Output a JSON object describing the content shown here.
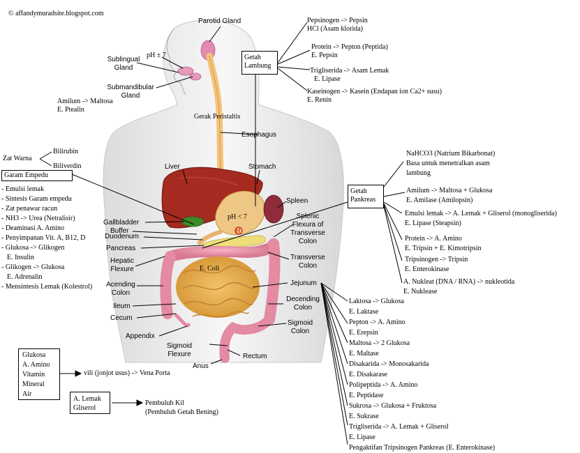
{
  "watermark": "© affandymuradsite.blogspot.com",
  "organs": {
    "parotid": "Parotid Gland",
    "sublingual": [
      "Sublingual",
      "Gland"
    ],
    "submandibular": [
      "Submandibular",
      "Gland"
    ],
    "gerak": "Gerak Peristaltis",
    "esophagus": "Esophagus",
    "liver": "Liver",
    "stomach": "Stomach",
    "spleen": "Spleen",
    "splenic": [
      "Splenic",
      "Flexura of",
      "Transverse",
      "Colon"
    ],
    "gallbladder": "Gallbladder",
    "buffer": "Buffer",
    "duodenum": "Duodenum",
    "pancreas": "Pancreas",
    "hepatic": [
      "Hepatic",
      "Flexure"
    ],
    "transverse": [
      "Transverse",
      "Colon"
    ],
    "ecoli": "E. Coli",
    "acending": [
      "Acending",
      "Colon"
    ],
    "jejunum": "Jejunum",
    "ileum": "Ileum",
    "cecum": "Cecum",
    "decending": [
      "Decending",
      "Colon"
    ],
    "appendix": "Appendix",
    "sigmoid_colon": [
      "Sigmoid",
      "Colon"
    ],
    "sigmoid_flexure": [
      "Sigmoid",
      "Flexure"
    ],
    "rectum": "Rectum",
    "anus": "Anus"
  },
  "mouth": {
    "ph": "pH ± 7",
    "amilum": [
      "Amilum -> Maltosa",
      "E. Ptealin"
    ]
  },
  "stomach_ph": "pH < 7",
  "stomach_ph_symbol": "ℍ",
  "getah_lambung": {
    "label": [
      "Getah",
      "Lambung"
    ],
    "items": [
      [
        "Pepsinogen  -> Pepsin",
        "HCl (Asam klorida)"
      ],
      [
        "Protein -> Pepton (Peptida)",
        "E. Pepsin"
      ],
      [
        "Trigliserida -> Asam Lemak",
        "E. Lipase"
      ],
      [
        "Kaseinogen -> Kasein (Endapan ion Ca2+ susu)",
        "E. Renin"
      ]
    ]
  },
  "zat_warna": {
    "label": "Zat Warna",
    "items": [
      "Bilirubin",
      "Biliverdin"
    ]
  },
  "garam_empedu": {
    "label": "Garam Empedu",
    "items": [
      "- Emulsi lemak",
      "- Sintesis Garam empedu",
      "- Zat penawar racun",
      "- NH3 -> Urea (Netralisir)",
      "- Deaminasi A. Amino",
      "- Penyimpanan Vit. A, B12, D",
      "- Glukosa -> Glikogen",
      "   E. Insulin",
      "- Glikogen -> Glukosa",
      "   E. Adrenalin",
      "- Mensintesis Lemak (Kolestrol)"
    ]
  },
  "getah_pankreas": {
    "label": [
      "Getah",
      "Pankreas"
    ],
    "items": [
      [
        "NaHCO3 (Natrium Bikarbonat)",
        "Basa untuk menetralkan asam",
        "lambung"
      ],
      [
        "Amilum -> Maltosa + Glukosa",
        " E. Amilase (Amilopsin)"
      ],
      [
        "Emulsi lemak -> A. Lemak + Gliserol (monogliserida)",
        "E. Lipase (Steapsin)"
      ],
      [
        "Protein -> A. Amino",
        "E. Tripsin + E. Kimotripsin"
      ],
      [
        "Tripsinogen -> Tripsin",
        "E. Enterokinase"
      ],
      [
        "A. Nukleat (DNA / RNA) -> nukleotida",
        "E. Nuklease"
      ]
    ]
  },
  "jejunum_items": [
    [
      "Laktosa -> Glukosa",
      "E. Laktase"
    ],
    [
      "Pepton -> A. Amino",
      "E. Erepsin"
    ],
    [
      "Maltosa -> 2 Glukosa",
      "E. Maltase"
    ],
    [
      "Disakarida -> Monosakarida",
      "E. Disakarase"
    ],
    [
      "Polipeptida -> A. Amino",
      "E. Peptidase"
    ],
    [
      "Sukrosa -> Glukosa + Fruktosa",
      "E. Sukrase"
    ],
    [
      "Trigliserida -> A. Lemak + Gliserol",
      "E. Lipase"
    ],
    [
      "Pengaktifan Tripsinogen Pankreas (E. Enterokinase)"
    ]
  ],
  "absorption": {
    "box1": [
      "Glukosa",
      "A. Amino",
      "Vitamin",
      "Mineral",
      "Air"
    ],
    "arrow1": "vili (jonjot usus) -> Vena Porta",
    "box2": [
      "A. Lemak",
      "Gliserol"
    ],
    "arrow2": [
      "Pembuluh Kil",
      "(Pembuluh Getah Bening)"
    ]
  }
}
